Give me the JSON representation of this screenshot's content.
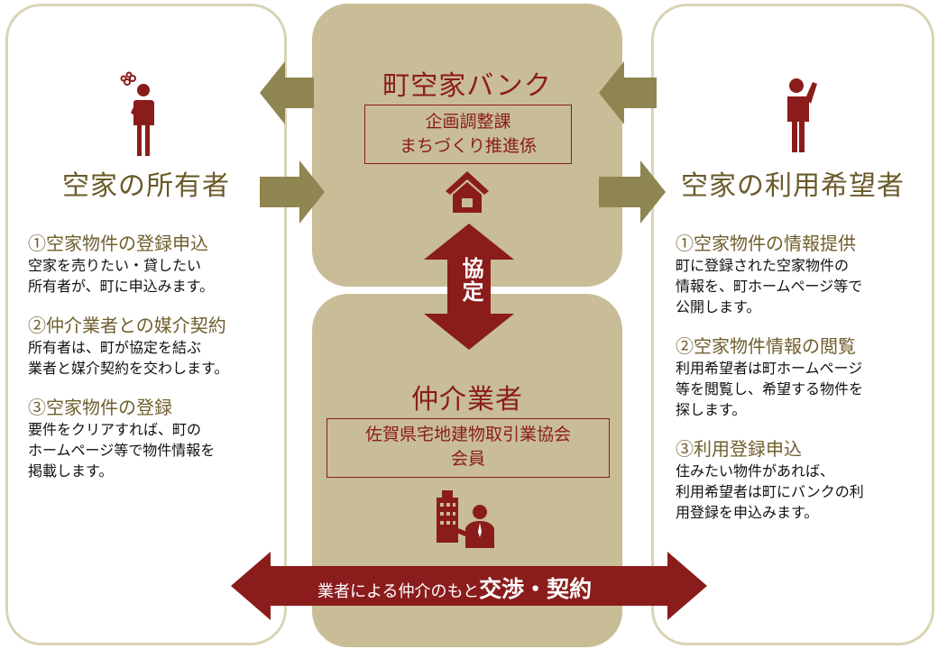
{
  "owner": {
    "title": "空家の所有者",
    "steps": [
      {
        "head": "①空家物件の登録申込",
        "lines": [
          "空家を売りたい・貸したい",
          "所有者が、町に申込みます。"
        ]
      },
      {
        "head": "②仲介業者との媒介契約",
        "lines": [
          "所有者は、町が協定を結ぶ",
          "業者と媒介契約を交わします。"
        ]
      },
      {
        "head": "③空家物件の登録",
        "lines": [
          "要件をクリアすれば、町の",
          "ホームページ等で物件情報を",
          "掲載します。"
        ]
      }
    ]
  },
  "bank": {
    "title": "町空家バンク",
    "box_lines": [
      "企画調整課",
      "まちづくり推進係"
    ]
  },
  "agreement_label": "協定",
  "agent": {
    "title": "仲介業者",
    "box_lines": [
      "佐賀県宅地建物取引業協会",
      "会員"
    ]
  },
  "banner": {
    "prefix": "業者による仲介のもと",
    "emphasis": "交渉・契約"
  },
  "user": {
    "title": "空家の利用希望者",
    "steps": [
      {
        "head": "①空家物件の情報提供",
        "lines": [
          "町に登録された空家物件の",
          "情報を、町ホームページ等で",
          "公開します。"
        ]
      },
      {
        "head": "②空家物件情報の閲覧",
        "lines": [
          "利用希望者は町ホームページ",
          "等を閲覧し、希望する物件を",
          "探します。"
        ]
      },
      {
        "head": "③利用登録申込",
        "lines": [
          "住みたい物件があれば、",
          "利用希望者は町にバンクの利",
          "用登録を申込みます。"
        ]
      }
    ]
  },
  "colors": {
    "accent_red": "#8b1c1c",
    "olive_arrow": "#8f8550",
    "center_fill": "#c8bd96",
    "heading_olive": "#6a5a2a"
  }
}
